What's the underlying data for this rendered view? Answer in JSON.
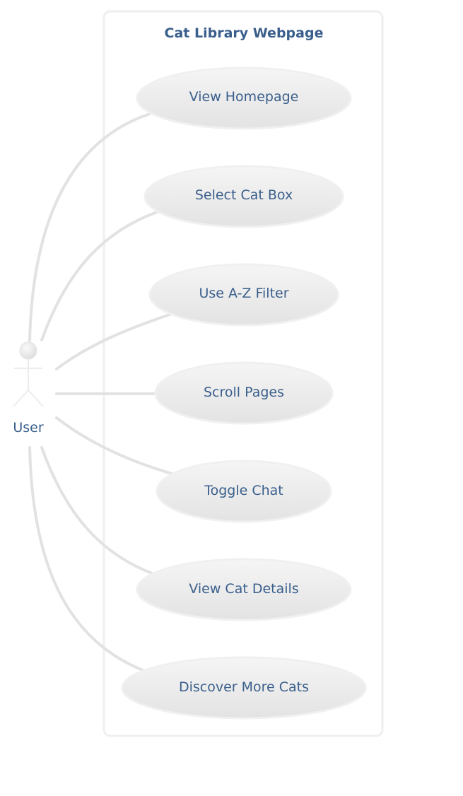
{
  "system": {
    "title": "Cat Library Webpage"
  },
  "actor": {
    "label": "User",
    "icon": "stick-figure-actor"
  },
  "use_cases": [
    {
      "label": "View Homepage"
    },
    {
      "label": "Select Cat Box"
    },
    {
      "label": "Use A-Z Filter"
    },
    {
      "label": "Scroll Pages"
    },
    {
      "label": "Toggle Chat"
    },
    {
      "label": "View Cat Details"
    },
    {
      "label": "Discover More Cats"
    }
  ],
  "colors": {
    "text": "#3a5f8c",
    "line": "#e2e2e2",
    "shape_fill_top": "#f5f5f5",
    "shape_fill_bottom": "#e3e3e3"
  }
}
